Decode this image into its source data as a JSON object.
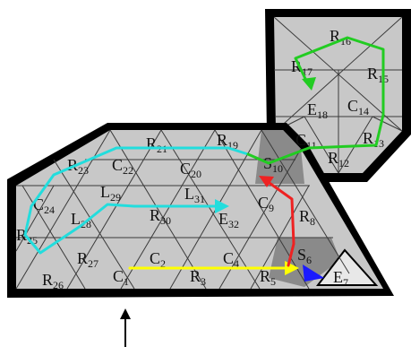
{
  "colors": {
    "wall": "#000000",
    "floor": "#c8c8c8",
    "shaded": "#8a8a8a",
    "grid_line": "#3a3a3a",
    "path_green": "#22cc22",
    "path_cyan": "#22dddd",
    "path_red": "#ee2222",
    "path_yellow": "#ffff00",
    "arrow_blue": "#1a1aff",
    "entrance_arrow": "#000000"
  },
  "cells": [
    {
      "id": "R16",
      "letter": "R",
      "sub": "16"
    },
    {
      "id": "R17",
      "letter": "R",
      "sub": "17"
    },
    {
      "id": "R15",
      "letter": "R",
      "sub": "15"
    },
    {
      "id": "E18",
      "letter": "E",
      "sub": "18"
    },
    {
      "id": "C14",
      "letter": "C",
      "sub": "14"
    },
    {
      "id": "C11",
      "letter": "C",
      "sub": "11"
    },
    {
      "id": "R13",
      "letter": "R",
      "sub": "13"
    },
    {
      "id": "R12",
      "letter": "R",
      "sub": "12"
    },
    {
      "id": "R21",
      "letter": "R",
      "sub": "21"
    },
    {
      "id": "R19",
      "letter": "R",
      "sub": "19"
    },
    {
      "id": "R23",
      "letter": "R",
      "sub": "23"
    },
    {
      "id": "C22",
      "letter": "C",
      "sub": "22"
    },
    {
      "id": "C20",
      "letter": "C",
      "sub": "20"
    },
    {
      "id": "S10",
      "letter": "S",
      "sub": "10"
    },
    {
      "id": "C24",
      "letter": "C",
      "sub": "24"
    },
    {
      "id": "L29",
      "letter": "L",
      "sub": "29"
    },
    {
      "id": "L31",
      "letter": "L",
      "sub": "31"
    },
    {
      "id": "C9",
      "letter": "C",
      "sub": "9"
    },
    {
      "id": "L28",
      "letter": "L",
      "sub": "28"
    },
    {
      "id": "R30",
      "letter": "R",
      "sub": "30"
    },
    {
      "id": "E32",
      "letter": "E",
      "sub": "32"
    },
    {
      "id": "R8",
      "letter": "R",
      "sub": "8"
    },
    {
      "id": "R25",
      "letter": "R",
      "sub": "25"
    },
    {
      "id": "R27",
      "letter": "R",
      "sub": "27"
    },
    {
      "id": "C2",
      "letter": "C",
      "sub": "2"
    },
    {
      "id": "C4",
      "letter": "C",
      "sub": "4"
    },
    {
      "id": "S6",
      "letter": "S",
      "sub": "6"
    },
    {
      "id": "R26",
      "letter": "R",
      "sub": "26"
    },
    {
      "id": "C1",
      "letter": "C",
      "sub": "1"
    },
    {
      "id": "R3",
      "letter": "R",
      "sub": "3"
    },
    {
      "id": "R5",
      "letter": "R",
      "sub": "5"
    },
    {
      "id": "E7",
      "letter": "E",
      "sub": "7"
    }
  ]
}
